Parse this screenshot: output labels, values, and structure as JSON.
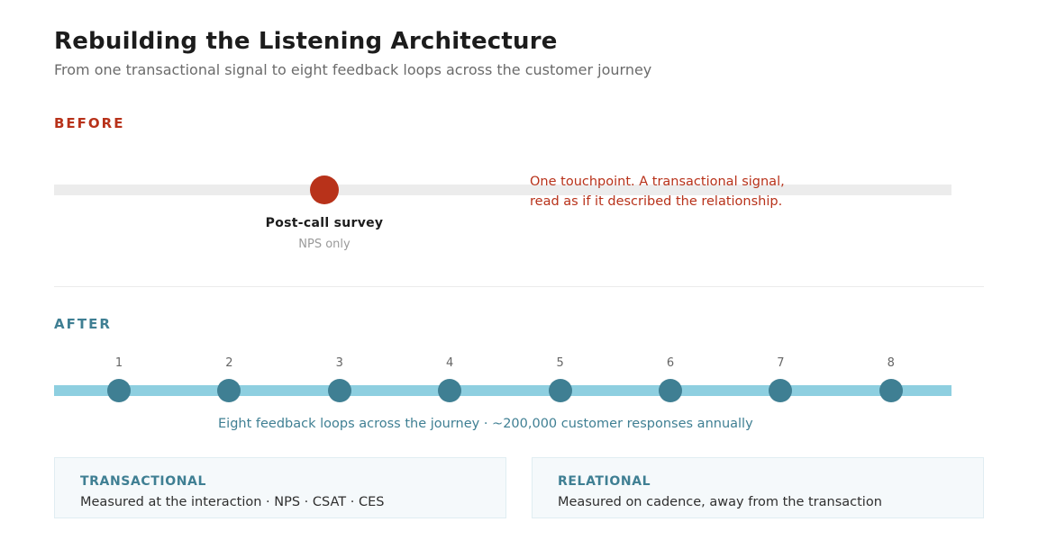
{
  "header": {
    "title": "Rebuilding the Listening Architecture",
    "subtitle": "From one transactional signal to eight feedback loops across the customer journey"
  },
  "colors": {
    "before_accent": "#b8321a",
    "after_accent": "#3f7f93",
    "after_track": "#8ecfe0",
    "before_track": "#ececec"
  },
  "before": {
    "label": "BEFORE",
    "touchpoint_name": "Post-call survey",
    "touchpoint_sub": "NPS only",
    "callout_line1": "One touchpoint. A transactional signal,",
    "callout_line2": "read as if it described the relationship."
  },
  "after": {
    "label": "AFTER",
    "loops": [
      "1",
      "2",
      "3",
      "4",
      "5",
      "6",
      "7",
      "8"
    ],
    "caption": "Eight feedback loops across the journey  ·  ~200,000 customer responses annually"
  },
  "cards": {
    "transactional": {
      "title": "TRANSACTIONAL",
      "description": "Measured at the interaction  ·  NPS · CSAT · CES"
    },
    "relational": {
      "title": "RELATIONAL",
      "description": "Measured on cadence, away from the transaction"
    }
  }
}
